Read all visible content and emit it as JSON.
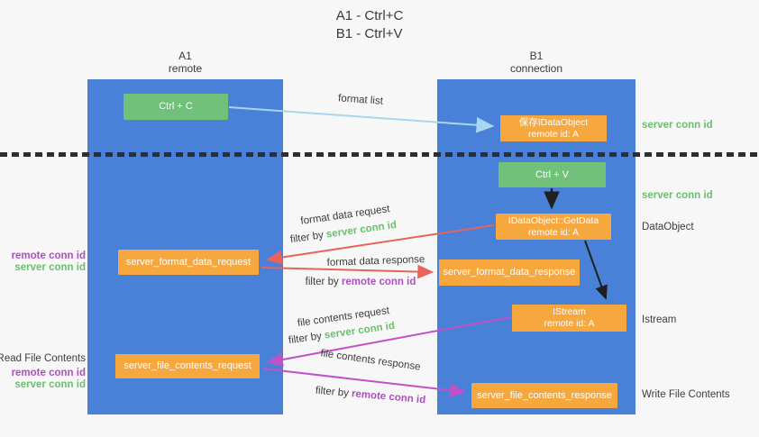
{
  "title": {
    "line1": "A1 - Ctrl+C",
    "line2": "B1 - Ctrl+V"
  },
  "lanes": [
    {
      "name": "A1",
      "subtitle": "remote"
    },
    {
      "name": "B1",
      "subtitle": "connection"
    }
  ],
  "nodes": {
    "ctrl_c": {
      "label": "Ctrl + C"
    },
    "save_idataobject": {
      "line1": "保存IDataObject",
      "line2": "remote id: A"
    },
    "ctrl_v": {
      "label": "Ctrl + V"
    },
    "getdata": {
      "line1": "IDataObject::GetData",
      "line2": "remote id: A"
    },
    "format_request": {
      "label": "server_format_data_request"
    },
    "format_response": {
      "label": "server_format_data_response"
    },
    "istream": {
      "line1": "IStream",
      "line2": "remote id: A"
    },
    "file_request": {
      "label": "server_file_contents_request"
    },
    "file_response": {
      "label": "server_file_contents_response"
    }
  },
  "edge_labels": {
    "format_list": "format list",
    "format_data_request": "format data request",
    "format_data_response": "format data response",
    "file_contents_request": "file contents request",
    "file_contents_response": "file contents response",
    "filter_by": "filter by",
    "server_conn_id": "server conn id",
    "remote_conn_id": "remote conn id"
  },
  "side_labels": {
    "server_conn_id_top": "server conn id",
    "server_conn_id_mid": "server conn id",
    "dataobject": "DataObject",
    "istream": "Istream",
    "write_file_contents": "Write File Contents",
    "read_file_contents": "Read File Contents",
    "remote_conn_id": "remote conn id",
    "server_conn_id": "server conn id"
  },
  "colors": {
    "lane_blue": "#4a81d8",
    "box_green": "#72c17b",
    "box_orange": "#f6a73e",
    "green_text": "#6abf6e",
    "purple_text": "#ae4fc0",
    "red_arrow": "#e8635c",
    "magenta_arrow": "#c052c8",
    "light_blue_arrow": "#a9d6ef",
    "black_arrow": "#1f1f1f",
    "background": "#f7f7f7"
  }
}
